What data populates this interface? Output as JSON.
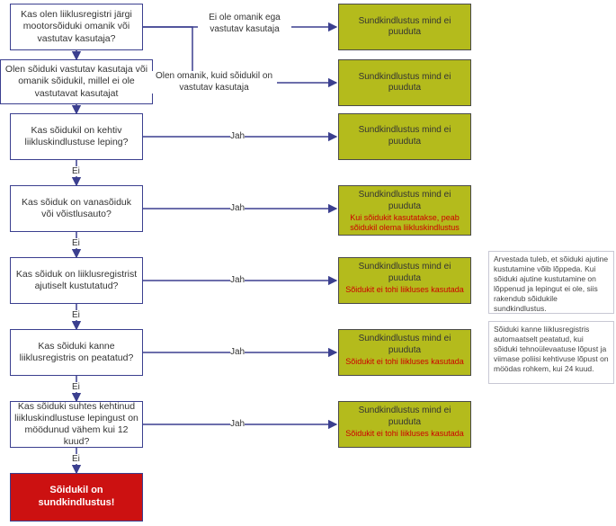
{
  "questions": [
    "Kas olen liiklusregistri järgi mootorsõiduki omanik või vastutav kasutaja?",
    "Olen sõiduki vastutav kasutaja või omanik sõidukil, millel ei ole vastutavat kasutajat",
    "Kas sõidukil on kehtiv liikluskindlustuse leping?",
    "Kas sõiduk on vanasõiduk või võistlusauto?",
    "Kas sõiduk on liiklusregistrist ajutiselt kustutatud?",
    "Kas sõiduki kanne liiklusregistris on peatatud?",
    "Kas sõiduki suhtes kehtinud liikluskindlustuse lepingust on möödunud vähem kui 12 kuud?"
  ],
  "results": [
    {
      "title": "Sundkindlustus mind ei puuduta",
      "note": ""
    },
    {
      "title": "Sundkindlustus mind ei puuduta",
      "note": ""
    },
    {
      "title": "Sundkindlustus mind ei puuduta",
      "note": ""
    },
    {
      "title": "Sundkindlustus mind ei puuduta",
      "note": "Kui sõidukit kasutatakse, peab sõidukil olema liikluskindlustus"
    },
    {
      "title": "Sundkindlustus mind ei puuduta",
      "note": "Sõidukit ei tohi liikluses kasutada"
    },
    {
      "title": "Sundkindlustus mind ei puuduta",
      "note": "Sõidukit ei tohi liikluses kasutada"
    },
    {
      "title": "Sundkindlustus mind ei puuduta",
      "note": "Sõidukit ei tohi liikluses kasutada"
    }
  ],
  "edge_labels": {
    "not_owner": "Ei ole omanik ega vastutav kasutaja",
    "owner_not_user": "Olen omanik, kuid sõidukil on vastutav kasutaja",
    "yes": "Jah",
    "no": "Ei"
  },
  "final": "Sõidukil on sundkindlustus!",
  "notes": [
    "Arvestada tuleb, et sõiduki ajutine kustutamine võib lõppeda. Kui sõiduki ajutine kustutamine on lõppenud ja lepingut ei ole, siis rakendub sõidukile sundkindlustus.",
    "Sõiduki kanne liiklusregistris automaatselt peatatud, kui sõiduki tehnoülevaatuse lõpust ja viimase poliisi kehtivuse lõpust on möödas rohkem, kui 24 kuud."
  ],
  "colors": {
    "question_border": "#3b3f8f",
    "result_fill": "#b4bb1c",
    "final_fill": "#cc1111",
    "note_text": "#cc0000"
  }
}
